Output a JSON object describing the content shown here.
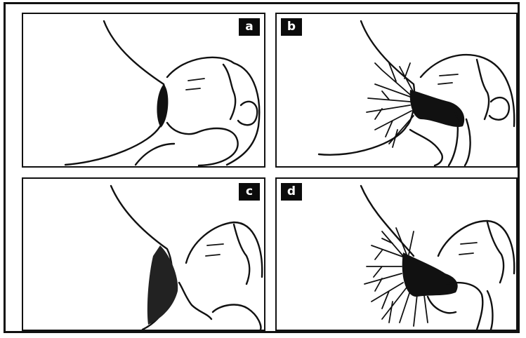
{
  "panels": [
    {
      "id": "a",
      "label": "a"
    },
    {
      "id": "b",
      "label": "b"
    },
    {
      "id": "c",
      "label": "c"
    },
    {
      "id": "d",
      "label": "d"
    }
  ],
  "colors": {
    "ink": "#111111",
    "paper": "#ffffff"
  }
}
